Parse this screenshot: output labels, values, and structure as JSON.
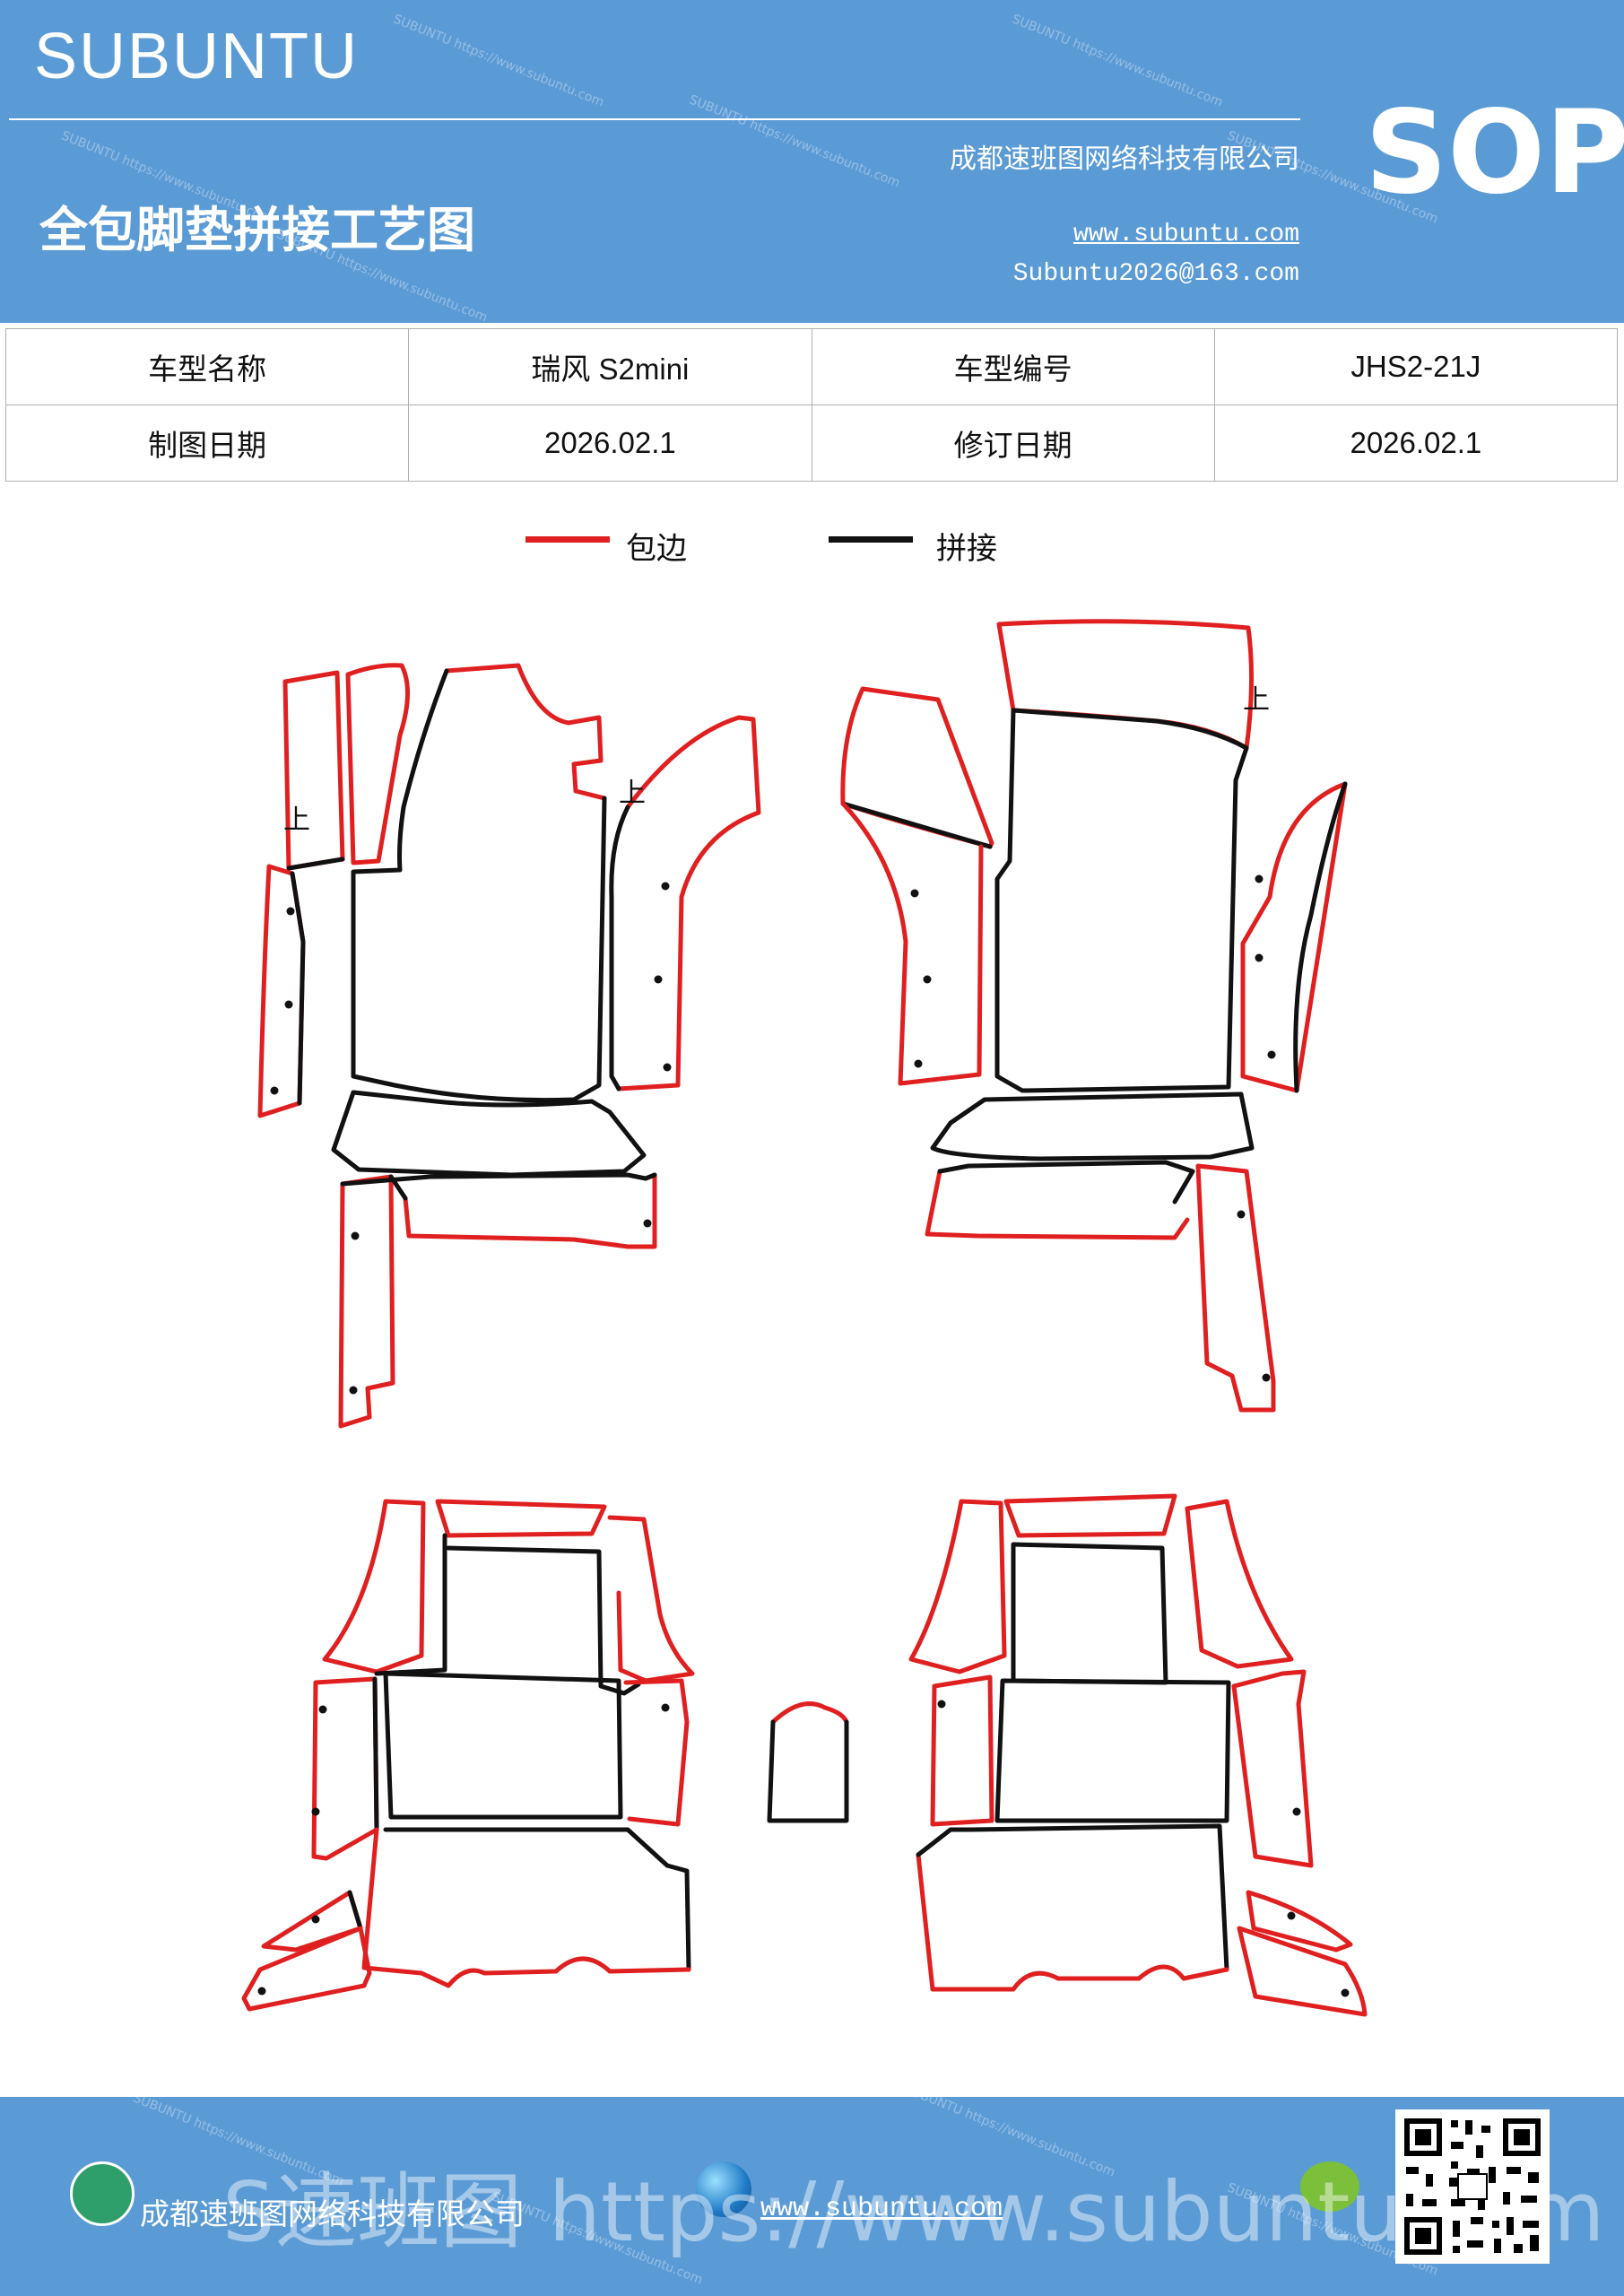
{
  "header": {
    "brand": "SUBUNTU",
    "title": "全包脚垫拼接工艺图",
    "company": "成都速班图网络科技有限公司",
    "website": "www.subuntu.com",
    "email": "Subuntu2026@163.com",
    "badge": "SOP"
  },
  "watermark": {
    "text": "SUBUNTU https://www.subuntu.com"
  },
  "info": {
    "rows": [
      {
        "label1": "车型名称",
        "value1": "瑞风 S2mini",
        "label2": "车型编号",
        "value2": "JHS2-21J"
      },
      {
        "label1": "制图日期",
        "value1": "2026.02.1",
        "label2": "修订日期",
        "value2": "2026.02.1"
      }
    ]
  },
  "legend": {
    "items": [
      {
        "label": "包边",
        "color": "#e02020"
      },
      {
        "label": "拼接",
        "color": "#111111"
      }
    ]
  },
  "diagram": {
    "marker_up": "上"
  },
  "footer": {
    "company": "成都速班图网络科技有限公司",
    "website": "www.subuntu.com",
    "overlay": "S速班图 https://www.subuntu.com"
  }
}
